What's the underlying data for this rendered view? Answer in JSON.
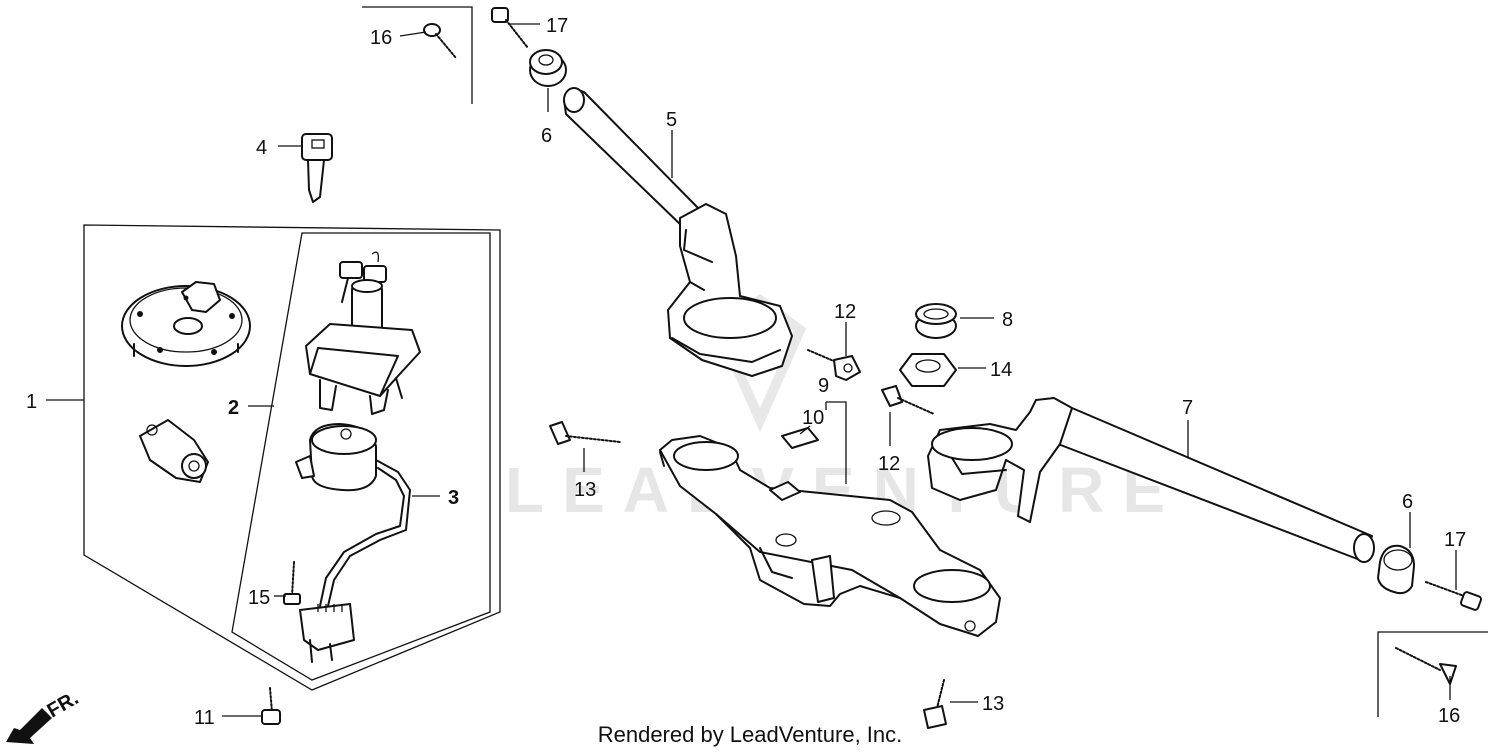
{
  "watermark_text": "LEADVENTURE",
  "footer": {
    "text": "Rendered by LeadVenture, Inc."
  },
  "front_arrow": {
    "label": "FR."
  },
  "callouts": {
    "c1": "1",
    "c2": "2",
    "c3": "3",
    "c4": "4",
    "c5": "5",
    "c6a": "6",
    "c6b": "6",
    "c7": "7",
    "c8": "8",
    "c9": "9",
    "c10": "10",
    "c11": "11",
    "c12a": "12",
    "c12b": "12",
    "c13a": "13",
    "c13b": "13",
    "c14": "14",
    "c15": "15",
    "c16a": "16",
    "c16b": "16",
    "c17a": "17",
    "c17b": "17"
  }
}
